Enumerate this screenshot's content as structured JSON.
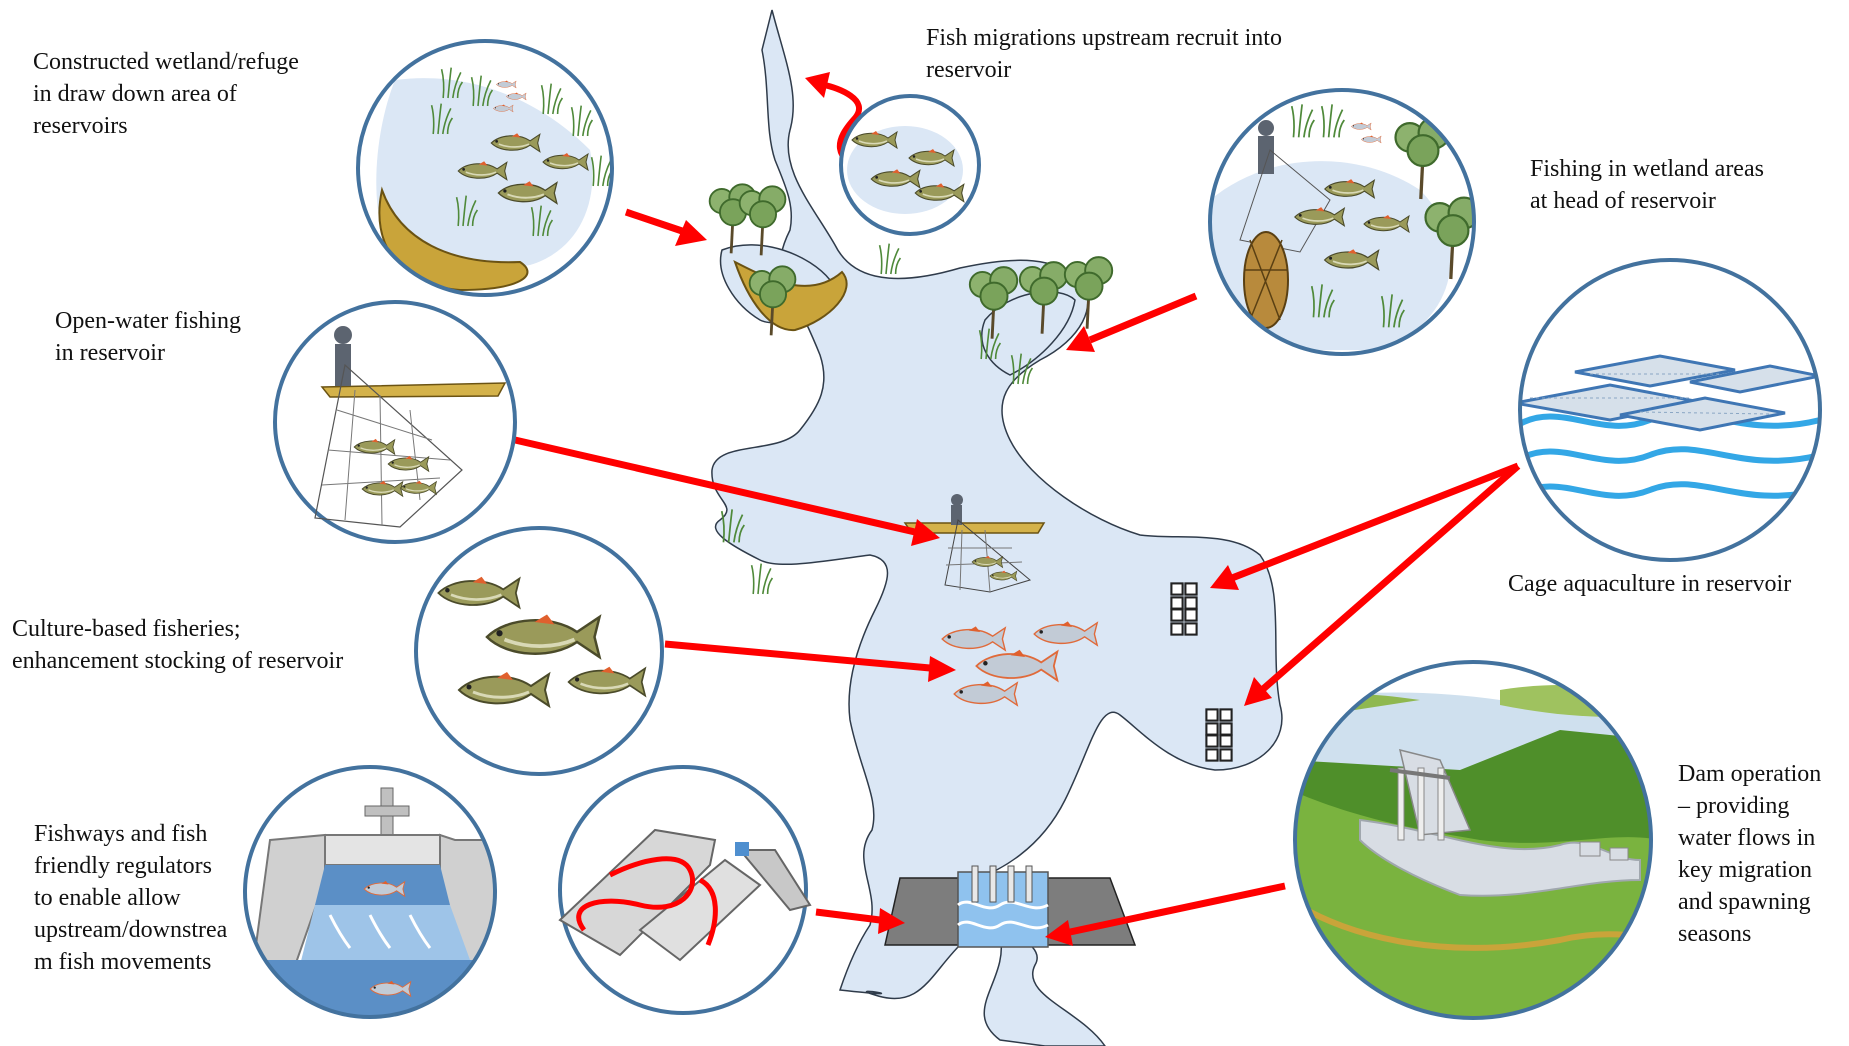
{
  "colors": {
    "water": "#dbe7f5",
    "water_outline": "#2f3b4a",
    "arrow": "#ff0000",
    "circle_ring": "#43729e",
    "fish_body": "#9a9a5a",
    "vegetation": "#5e8a43",
    "refuge_bank": "#c9a43a"
  },
  "labels": {
    "wetland_refuge": [
      "Constructed wetland/refuge",
      "in draw down area of",
      "reservoirs"
    ],
    "fish_migration": [
      "Fish migrations upstream recruit into",
      "reservoir"
    ],
    "wetland_fishing": [
      "Fishing  in wetland areas",
      "at head of reservoir"
    ],
    "open_water": [
      "Open-water fishing",
      "in reservoir"
    ],
    "cage_aquaculture": [
      "Cage aquaculture in reservoir"
    ],
    "culture_based": [
      "Culture-based fisheries;",
      "enhancement stocking of reservoir"
    ],
    "fishways": [
      "Fishways and fish",
      "friendly regulators",
      "to enable allow",
      "upstream/downstrea",
      "m fish movements"
    ],
    "dam_operation": [
      "Dam operation",
      "– providing",
      "water flows in",
      "key  migration",
      "and spawning",
      "seasons"
    ]
  },
  "icons": [
    "wetland-refuge-icon",
    "fish-migration-icon",
    "wetland-fishing-icon",
    "cast-net-fishing-icon",
    "cage-aquaculture-icon",
    "stocked-fish-icon",
    "fishway-regulator-icon",
    "fish-ladder-icon",
    "dam-icon"
  ]
}
